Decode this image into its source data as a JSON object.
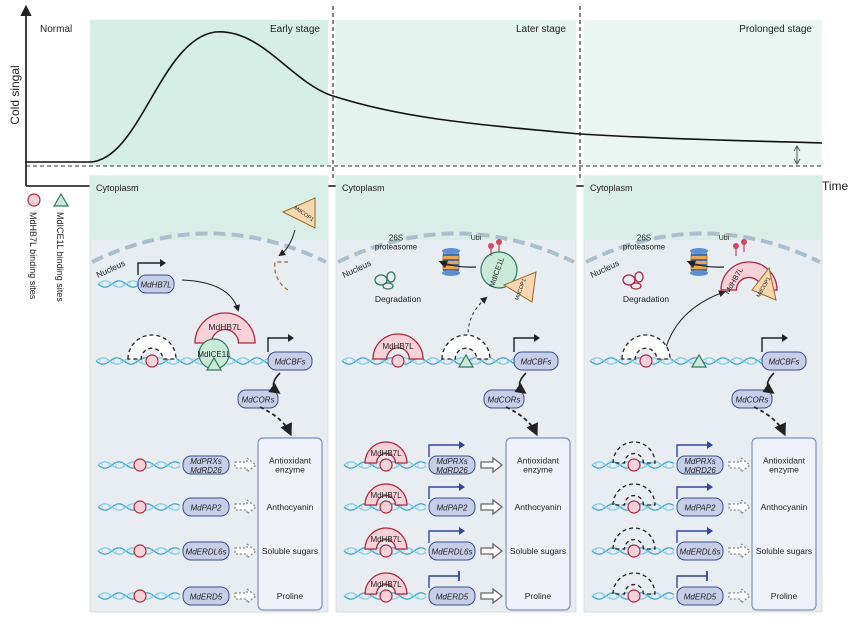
{
  "timeline": {
    "y_axis_label": "Cold singal",
    "x_axis_label": "Time",
    "stage_normal": "Normal",
    "stage_early": "Early stage",
    "stage_later": "Later stage",
    "stage_prolonged": "Prolonged stage"
  },
  "legend": {
    "hb7l_sites": "MdHB7L binding sites",
    "ice1l_sites": "MdICE1L binding sites"
  },
  "panels": [
    {
      "cytoplasm": "Cytoplasm",
      "nucleus": "Nucleus",
      "cop1": "MdCOP1",
      "hb7l_gene": "MdHB7L",
      "hb7l_protein": "MdHB7L",
      "ice1l_protein": "MdICE1L",
      "cbfs": "MdCBFs",
      "cors": "MdCORs"
    },
    {
      "cytoplasm": "Cytoplasm",
      "nucleus": "Nucleus",
      "proteasome": "26S\nproteasome",
      "ubi": "Ubi",
      "degradation": "Degradation",
      "ice1l_protein": "MdICE1L",
      "cop1": "MdCOP1",
      "hb7l_protein": "MdHB7L",
      "cbfs": "MdCBFs",
      "cors": "MdCORs",
      "hb7l_row": "MdHB7L"
    },
    {
      "cytoplasm": "Cytoplasm",
      "nucleus": "Nucleus",
      "proteasome": "26S\nproteasome",
      "ubi": "Ubi",
      "degradation": "Degradation",
      "hb7l_protein": "MdHB7L",
      "cop1": "MdCOP1",
      "cbfs": "MdCBFs",
      "cors": "MdCORs"
    }
  ],
  "targets": [
    "MdPRXs\nMdRD26",
    "MdPAP2",
    "MdERDL6s",
    "MdERD5"
  ],
  "outputs": [
    "Antioxidant\nenzyme",
    "Anthocyanin",
    "Soluble sugars",
    "Proline"
  ],
  "colors": {
    "stage_bg": "#d6efe6",
    "panel_bg": "#e9eef2",
    "nucleus_bg": "#dde6ee",
    "hb7l_fill": "#f7d2d8",
    "hb7l_stroke": "#b3243f",
    "ice1l_fill": "#c9ead9",
    "ice1l_stroke": "#2f7a5a",
    "cop1_fill": "#f6d7b0",
    "gene_fill": "#c7cee8",
    "gene_stroke": "#3a4f8f"
  }
}
